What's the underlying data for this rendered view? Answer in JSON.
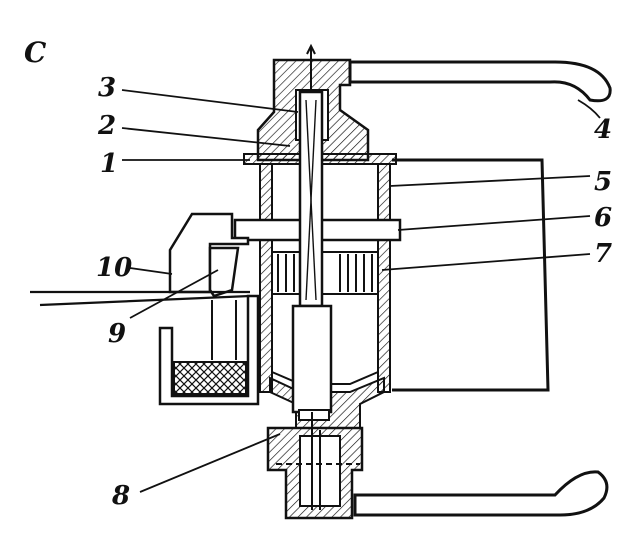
{
  "figure": {
    "panel_letter": "C",
    "callouts": {
      "c1": "1",
      "c2": "2",
      "c3": "3",
      "c4": "4",
      "c5": "5",
      "c6": "6",
      "c7": "7",
      "c8": "8",
      "c9": "9",
      "c10": "10"
    }
  },
  "style": {
    "ink": "#111111",
    "background": "#ffffff"
  }
}
